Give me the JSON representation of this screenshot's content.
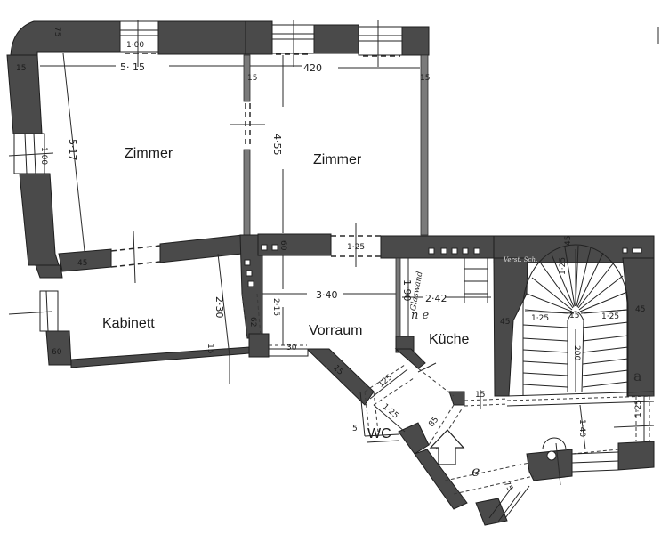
{
  "plan": {
    "rooms": [
      {
        "name": "Zimmer",
        "id": "zimmer-left"
      },
      {
        "name": "Zimmer",
        "id": "zimmer-right"
      },
      {
        "name": "Kabinett",
        "id": "kabinett"
      },
      {
        "name": "Vorraum",
        "id": "vorraum"
      },
      {
        "name": "Küche",
        "id": "kueche"
      },
      {
        "name": "WC",
        "id": "wc"
      }
    ],
    "dimensions": {
      "zimmer_left_width": "5· 15",
      "zimmer_left_depth": "5·17",
      "zimmer_right_width": "420",
      "zimmer_right_depth": "4·55",
      "window_top_left": "1·00",
      "window_left": "1·00",
      "corner_wall": "75",
      "left_wall": "15",
      "partition_top": "15",
      "right_wall": "15",
      "wall_45": "45",
      "kabinett_depth": "2·30",
      "kabinett_wall": "15",
      "kabinett_pier": "60",
      "door_62": "62",
      "wall_60": "60",
      "door_125": "1·25",
      "vorraum_width": "3·40",
      "vorraum_depth": "2·15",
      "vorraum_wall": "30",
      "kueche_depth": "1·90",
      "kueche_width": "2·42",
      "diag_wall": "15",
      "vorraum_diag": "125",
      "wc_width": "1·25",
      "wc_wall": "5",
      "door_85": "85",
      "door_15": "15",
      "stair_depth": "1·25",
      "stair_left": "1·25",
      "stair_right": "1·25",
      "stair_wall_left": "45",
      "stair_wall_right": "45",
      "stair_eye": "15",
      "stair_top": "45",
      "stair_run": "200",
      "landing": "1·40",
      "landing_right": "1·25",
      "entry": "75"
    },
    "annotations": {
      "glaswand": "Glaswand",
      "nische": "n e",
      "stair_mark": "a",
      "entry_mark": "e",
      "stairwell_note": "Verst. Sch."
    },
    "symbols": {
      "entrance_arrow": "arrow-up-icon"
    }
  }
}
